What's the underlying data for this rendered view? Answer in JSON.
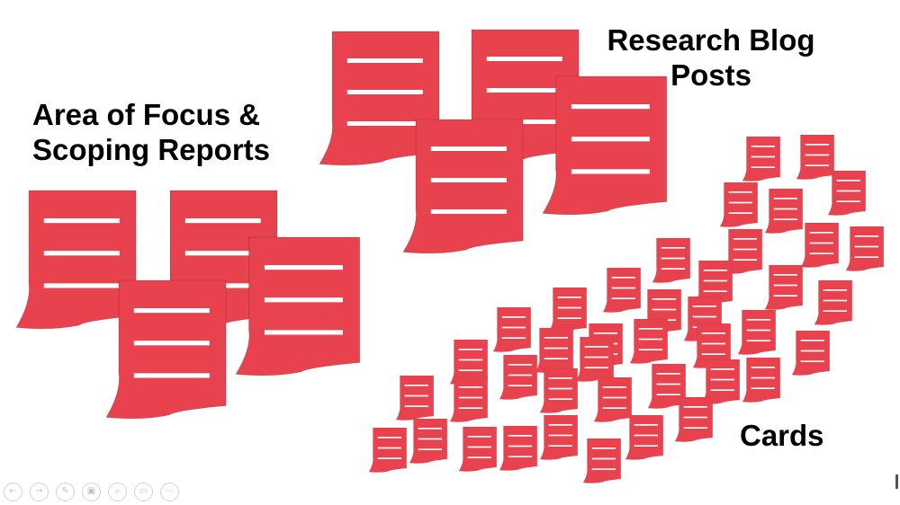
{
  "slide": {
    "labels": {
      "research": "Research Blog\nPosts",
      "area": "Area of Focus &\nScoping Reports",
      "cards": "Cards"
    },
    "doc_color": "#e8424e",
    "line_color": "#ffffff"
  },
  "toolbar": {
    "buttons": [
      {
        "name": "previous-slide-button",
        "icon": "←"
      },
      {
        "name": "next-slide-button",
        "icon": "→"
      },
      {
        "name": "pen-tool-button",
        "icon": "✎"
      },
      {
        "name": "see-all-slides-button",
        "icon": "▣"
      },
      {
        "name": "zoom-button",
        "icon": "⌕"
      },
      {
        "name": "subtitles-button",
        "icon": "▭"
      },
      {
        "name": "more-options-button",
        "icon": "⋯"
      }
    ]
  }
}
